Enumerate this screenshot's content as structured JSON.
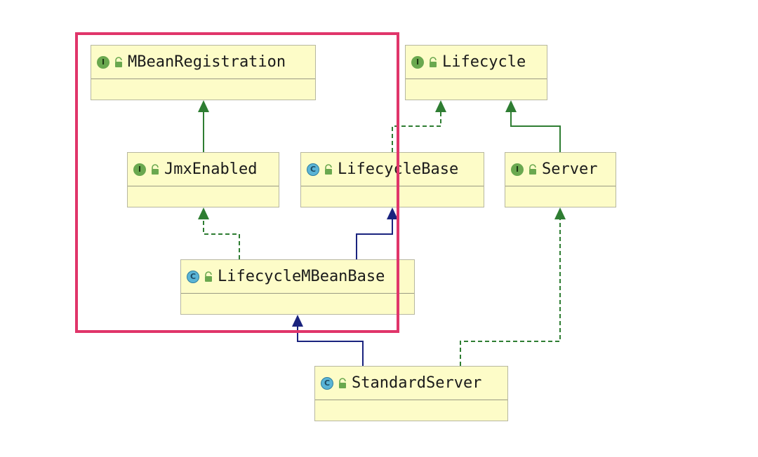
{
  "colors": {
    "box_fill": "#fdfcc8",
    "interface_realization": "#2e7d32",
    "class_inheritance": "#1a237e",
    "highlight": "#e0356a",
    "interface_badge": "#6aa84f",
    "class_badge": "#5ab4d6"
  },
  "nodes": [
    {
      "id": "mbeanregistration",
      "name": "MBeanRegistration",
      "kind": "interface",
      "badge": "I",
      "icon": "interface-icon"
    },
    {
      "id": "lifecycle",
      "name": "Lifecycle",
      "kind": "interface",
      "badge": "I",
      "icon": "interface-icon"
    },
    {
      "id": "jmxenabled",
      "name": "JmxEnabled",
      "kind": "interface",
      "badge": "I",
      "icon": "interface-icon"
    },
    {
      "id": "lifecyclebase",
      "name": "LifecycleBase",
      "kind": "abstract-class",
      "badge": "C",
      "icon": "class-icon"
    },
    {
      "id": "server",
      "name": "Server",
      "kind": "interface",
      "badge": "I",
      "icon": "interface-icon"
    },
    {
      "id": "lifecyclembeanbase",
      "name": "LifecycleMBeanBase",
      "kind": "abstract-class",
      "badge": "C",
      "icon": "class-icon"
    },
    {
      "id": "standardserver",
      "name": "StandardServer",
      "kind": "class",
      "badge": "C",
      "icon": "class-icon"
    }
  ],
  "edges": [
    {
      "from": "jmxenabled",
      "to": "mbeanregistration",
      "relation": "extends",
      "style": "solid-green"
    },
    {
      "from": "lifecyclebase",
      "to": "lifecycle",
      "relation": "implements",
      "style": "dashed-green"
    },
    {
      "from": "server",
      "to": "lifecycle",
      "relation": "extends",
      "style": "solid-green"
    },
    {
      "from": "lifecyclembeanbase",
      "to": "jmxenabled",
      "relation": "implements",
      "style": "dashed-green"
    },
    {
      "from": "lifecyclembeanbase",
      "to": "lifecyclebase",
      "relation": "extends",
      "style": "solid-navy"
    },
    {
      "from": "standardserver",
      "to": "lifecyclembeanbase",
      "relation": "extends",
      "style": "solid-navy"
    },
    {
      "from": "standardserver",
      "to": "server",
      "relation": "implements",
      "style": "dashed-green"
    }
  ]
}
